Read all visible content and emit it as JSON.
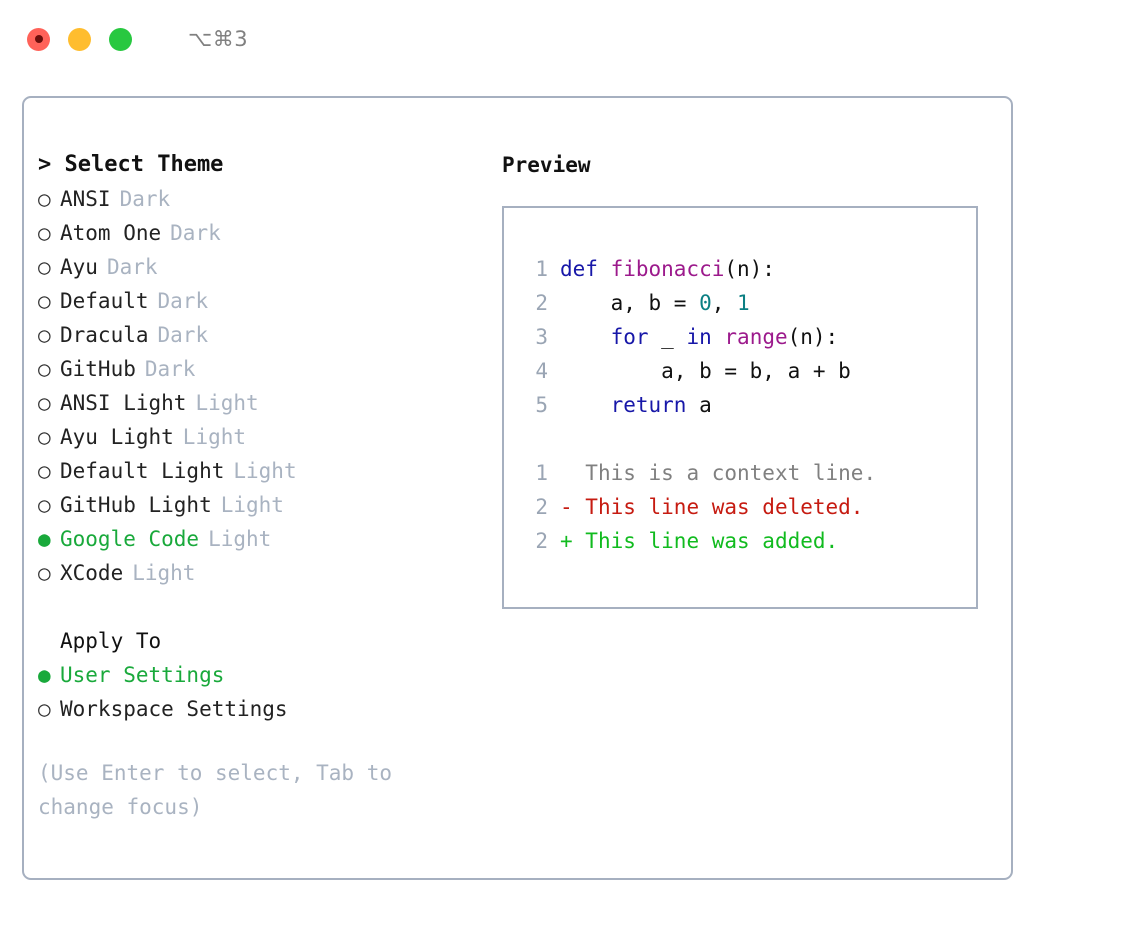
{
  "titlebar": {
    "shortcut": "⌥⌘3",
    "lights": [
      "close-red",
      "minimize-yellow",
      "maximize-green"
    ]
  },
  "theme_picker": {
    "heading": "> Select Theme",
    "prompt_symbol": ">",
    "bullet_selected": "●",
    "bullet_unselected": "○",
    "items": [
      {
        "label": "ANSI",
        "tag": "Dark",
        "selected": false
      },
      {
        "label": "Atom One",
        "tag": "Dark",
        "selected": false
      },
      {
        "label": "Ayu",
        "tag": "Dark",
        "selected": false
      },
      {
        "label": "Default",
        "tag": "Dark",
        "selected": false
      },
      {
        "label": "Dracula",
        "tag": "Dark",
        "selected": false
      },
      {
        "label": "GitHub",
        "tag": "Dark",
        "selected": false
      },
      {
        "label": "ANSI Light",
        "tag": "Light",
        "selected": false
      },
      {
        "label": "Ayu Light",
        "tag": "Light",
        "selected": false
      },
      {
        "label": "Default Light",
        "tag": "Light",
        "selected": false
      },
      {
        "label": "GitHub Light",
        "tag": "Light",
        "selected": false
      },
      {
        "label": "Google Code",
        "tag": "Light",
        "selected": true
      },
      {
        "label": "XCode",
        "tag": "Light",
        "selected": false
      }
    ]
  },
  "apply_to": {
    "heading": "Apply To",
    "items": [
      {
        "label": "User Settings",
        "selected": true
      },
      {
        "label": "Workspace Settings",
        "selected": false
      }
    ]
  },
  "hint": "(Use Enter to select, Tab to change focus)",
  "preview": {
    "title": "Preview",
    "code_lines": [
      {
        "no": "1",
        "tokens": [
          {
            "t": "def ",
            "k": "kw"
          },
          {
            "t": "fibonacci",
            "k": "fn"
          },
          {
            "t": "(n):",
            "k": "plain"
          }
        ]
      },
      {
        "no": "2",
        "tokens": [
          {
            "t": "    a, b = ",
            "k": "plain"
          },
          {
            "t": "0",
            "k": "num"
          },
          {
            "t": ", ",
            "k": "plain"
          },
          {
            "t": "1",
            "k": "num"
          }
        ]
      },
      {
        "no": "3",
        "tokens": [
          {
            "t": "    ",
            "k": "plain"
          },
          {
            "t": "for",
            "k": "kw"
          },
          {
            "t": " _ ",
            "k": "plain"
          },
          {
            "t": "in",
            "k": "kw"
          },
          {
            "t": " ",
            "k": "plain"
          },
          {
            "t": "range",
            "k": "fn"
          },
          {
            "t": "(n):",
            "k": "plain"
          }
        ]
      },
      {
        "no": "4",
        "tokens": [
          {
            "t": "        a, b = b, a + b",
            "k": "plain"
          }
        ]
      },
      {
        "no": "5",
        "tokens": [
          {
            "t": "    ",
            "k": "plain"
          },
          {
            "t": "return",
            "k": "kw"
          },
          {
            "t": " a",
            "k": "plain"
          }
        ]
      }
    ],
    "diff_lines": [
      {
        "no": "1",
        "marker": " ",
        "text": " This is a context line.",
        "kind": "ctx"
      },
      {
        "no": "2",
        "marker": "-",
        "text": " This line was deleted.",
        "kind": "del"
      },
      {
        "no": "2",
        "marker": "+",
        "text": " This line was added.",
        "kind": "add"
      }
    ]
  },
  "colors": {
    "accent_green": "#19a93b",
    "muted_tag": "#a9b3c1",
    "border": "#a6b0c0",
    "lineno": "#9aa5b4",
    "keyword": "#1717a8",
    "function": "#9c1a8c",
    "number": "#0b7f83",
    "diff_context": "#808080",
    "diff_deleted": "#c61b11",
    "diff_added": "#11bb1f"
  }
}
